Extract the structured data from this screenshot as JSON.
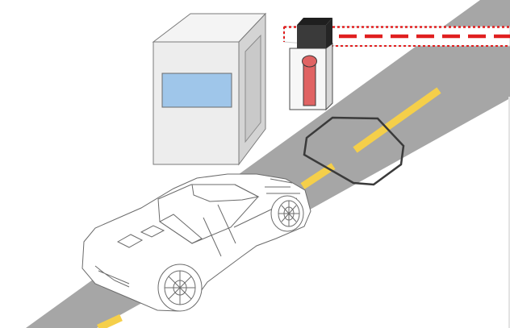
{
  "scene": {
    "elements": [
      "toll-booth",
      "booth-window",
      "barrier-gate",
      "barrier-arm",
      "road",
      "center-line",
      "induction-loop-detector",
      "sports-car"
    ]
  },
  "colors": {
    "road": "#a6a6a6",
    "center_line": "#f5cf4a",
    "barrier_red": "#e01f1f",
    "gate_body": "#f7f7f7",
    "gate_head": "#3a3a3a",
    "gate_post": "#e06363",
    "booth_window": "#9fc6ea",
    "booth_body": "#ededed",
    "loop_outline": "#3a3a3a",
    "car_outline": "#6b6b6b"
  }
}
